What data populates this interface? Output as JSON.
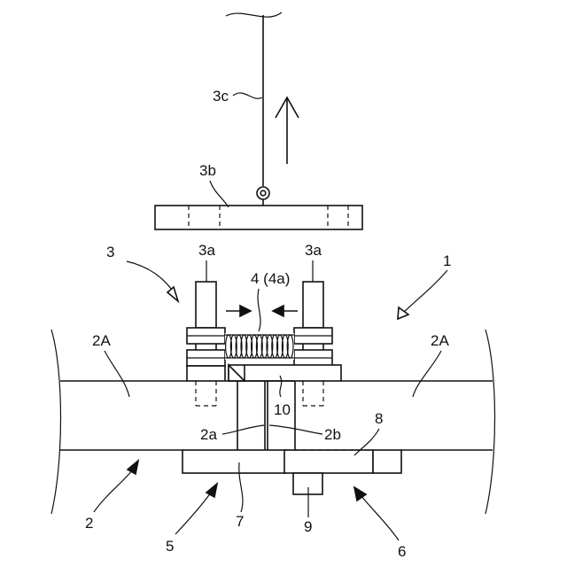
{
  "figure": {
    "labels": {
      "wire": "3c",
      "plate": "3b",
      "device": "3",
      "pin_left": "3a",
      "pin_right": "3a",
      "spring": "4 (4a)",
      "panel_assembly": "1",
      "panel_left": "2A",
      "panel_right": "2A",
      "member_10": "10",
      "edge_left": "2a",
      "edge_right": "2b",
      "member_8": "8",
      "base_assembly": "2",
      "bracket_7": "7",
      "bolt_9": "9",
      "tool_5": "5",
      "tool_6": "6"
    },
    "icons": {
      "lift_arrow": "up-arrow-icon",
      "press_left": "right-arrow-icon",
      "press_right": "left-arrow-icon"
    }
  }
}
